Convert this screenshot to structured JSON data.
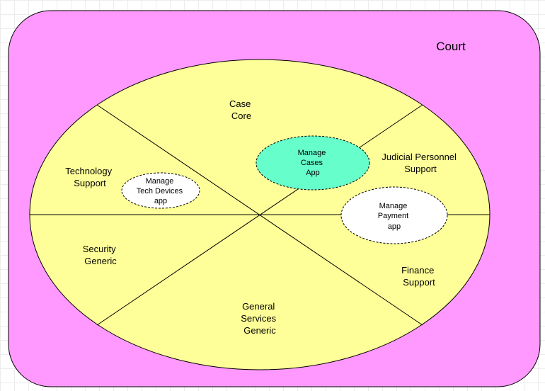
{
  "diagram": {
    "container": {
      "title": "Court",
      "fill": "#ff99ff"
    },
    "ellipse_fill": "#ffff99",
    "regions": {
      "core": [
        "Case",
        "Core"
      ],
      "technology": [
        "Technology",
        "Support"
      ],
      "judicial": [
        "Judicial Personnel",
        "Support"
      ],
      "security": [
        "Security",
        "Generic"
      ],
      "finance": [
        "Finance",
        "Support"
      ],
      "general_services": [
        "General",
        "Services",
        "Generic"
      ]
    },
    "apps": {
      "manage_cases": {
        "lines": [
          "Manage",
          "Cases",
          "App"
        ],
        "fill": "#66ffcc"
      },
      "manage_tech_devices": {
        "lines": [
          "Manage",
          "Tech Devices",
          "app"
        ],
        "fill": "#ffffff"
      },
      "manage_payment": {
        "lines": [
          "Manage",
          "Payment",
          "app"
        ],
        "fill": "#ffffff"
      }
    }
  }
}
